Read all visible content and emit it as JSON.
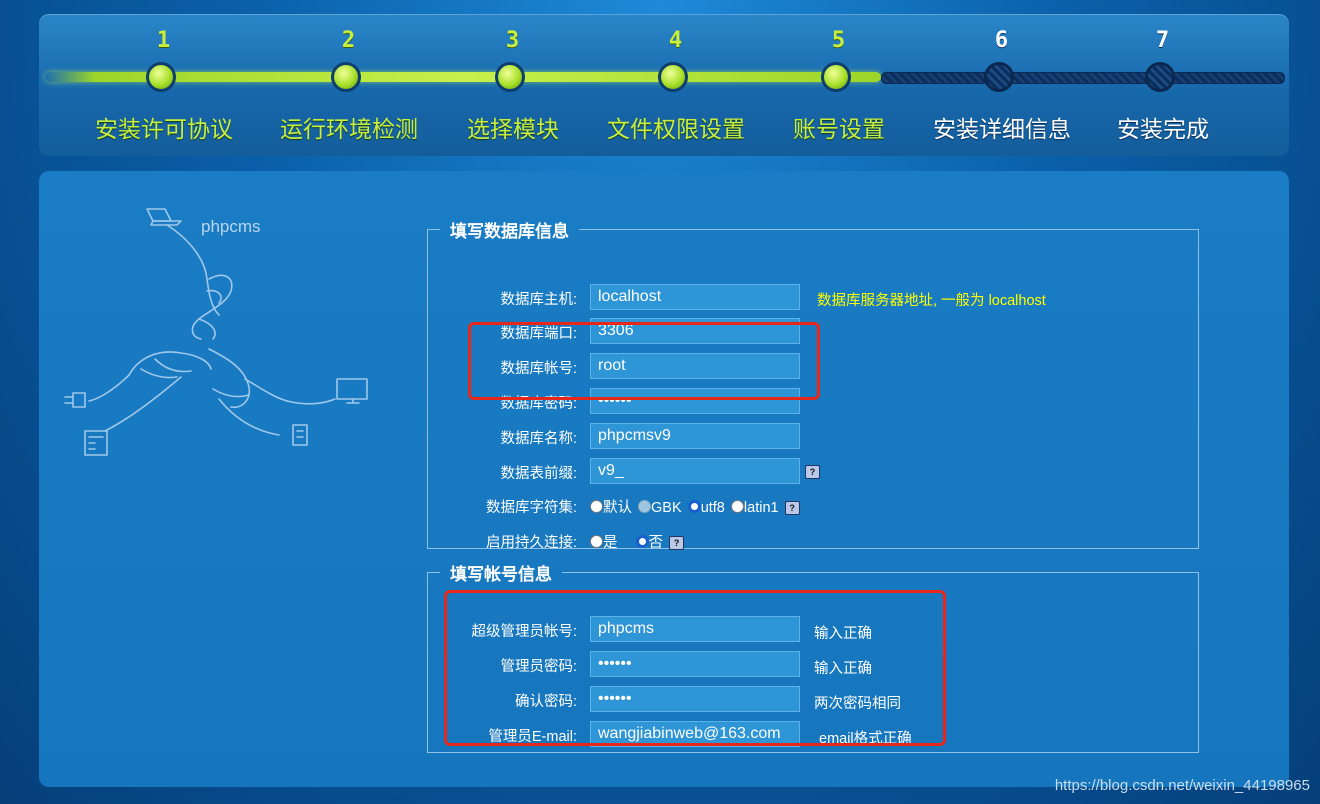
{
  "steps": [
    {
      "num": "1",
      "label": "安装许可协议",
      "state": "done"
    },
    {
      "num": "2",
      "label": "运行环境检测",
      "state": "done"
    },
    {
      "num": "3",
      "label": "选择模块",
      "state": "done"
    },
    {
      "num": "4",
      "label": "文件权限设置",
      "state": "done"
    },
    {
      "num": "5",
      "label": "账号设置",
      "state": "done"
    },
    {
      "num": "6",
      "label": "安装详细信息",
      "state": "todo"
    },
    {
      "num": "7",
      "label": "安装完成",
      "state": "todo"
    }
  ],
  "logo": {
    "text": "phpcms"
  },
  "db_section": {
    "legend": "填写数据库信息",
    "host": {
      "label": "数据库主机:",
      "value": "localhost",
      "hint": "数据库服务器地址, 一般为 localhost"
    },
    "port": {
      "label": "数据库端口:",
      "value": "3306"
    },
    "user": {
      "label": "数据库帐号:",
      "value": "root"
    },
    "password": {
      "label": "数据库密码:",
      "value": "••••••"
    },
    "name": {
      "label": "数据库名称:",
      "value": "phpcmsv9"
    },
    "prefix": {
      "label": "数据表前缀:",
      "value": "v9_"
    },
    "charset": {
      "label": "数据库字符集:",
      "options": [
        "默认",
        "GBK",
        "utf8",
        "latin1"
      ],
      "selected": "utf8",
      "disabled": "GBK"
    },
    "pconnect": {
      "label": "启用持久连接:",
      "options": [
        "是",
        "否"
      ],
      "selected": "否"
    }
  },
  "account_section": {
    "legend": "填写帐号信息",
    "admin_user": {
      "label": "超级管理员帐号:",
      "value": "phpcms",
      "hint": "输入正确"
    },
    "admin_pass": {
      "label": "管理员密码:",
      "value": "••••••",
      "hint": "输入正确"
    },
    "confirm_pass": {
      "label": "确认密码:",
      "value": "••••••",
      "hint": "两次密码相同"
    },
    "email": {
      "label": "管理员E-mail:",
      "value": "wangjiabinweb@163.com",
      "hint": "email格式正确"
    }
  },
  "help_glyph": "?",
  "watermark": "https://blog.csdn.net/weixin_44198965",
  "colors": {
    "done": "#c8ee3e",
    "hint_yellow": "#ffff00",
    "highlight": "#e8271b"
  }
}
